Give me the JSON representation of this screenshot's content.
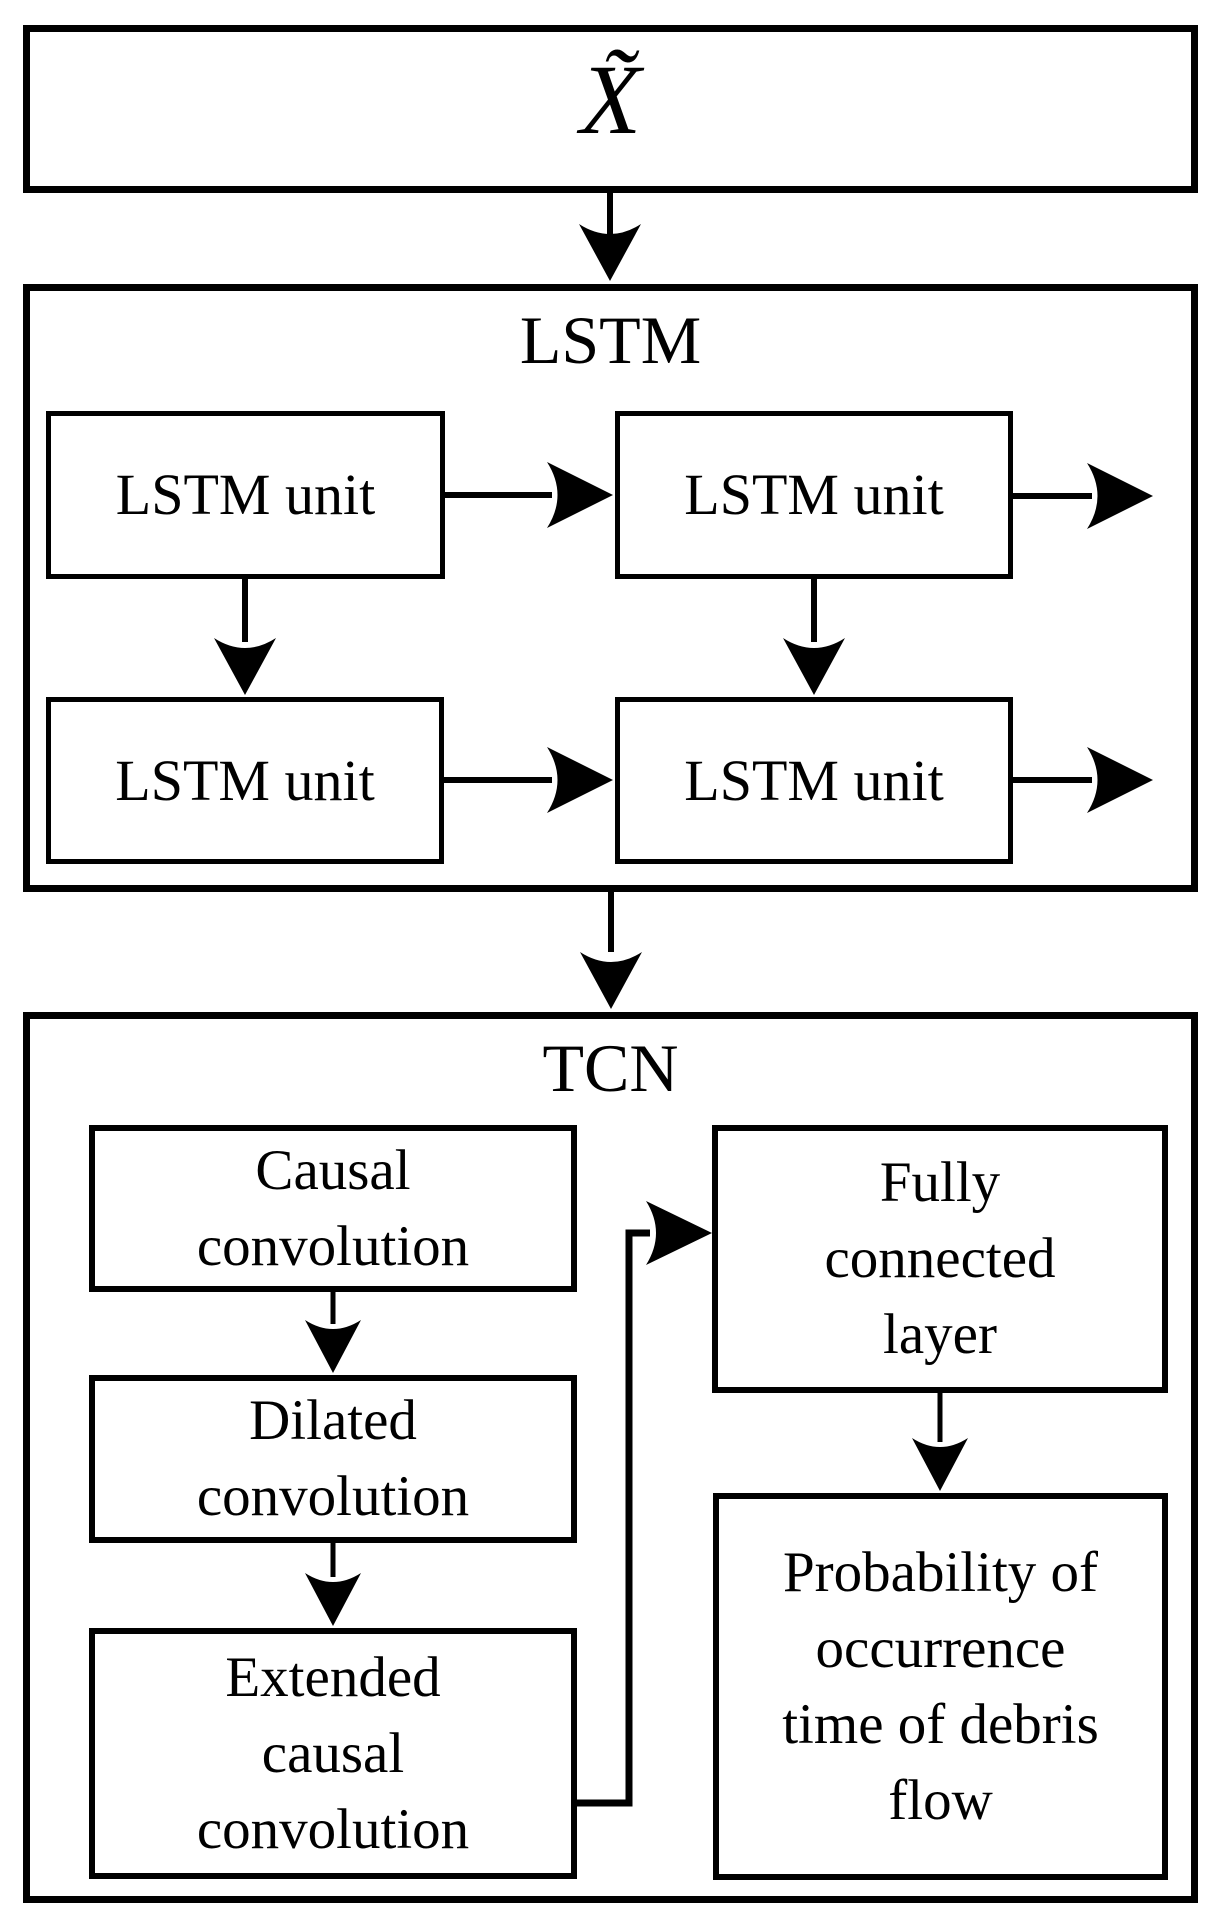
{
  "figure": {
    "input": {
      "label": "X̃"
    },
    "lstm": {
      "title": "LSTM",
      "units": [
        {
          "label": "LSTM unit"
        },
        {
          "label": "LSTM unit"
        },
        {
          "label": "LSTM unit"
        },
        {
          "label": "LSTM unit"
        }
      ]
    },
    "tcn": {
      "title": "TCN",
      "causal": {
        "lines": [
          "Causal",
          "convolution"
        ]
      },
      "dilated": {
        "lines": [
          "Dilated",
          "convolution"
        ]
      },
      "extended": {
        "lines": [
          "Extended",
          "causal",
          "convolution"
        ]
      },
      "fully_connected": {
        "lines": [
          "Fully",
          "connected",
          "layer"
        ]
      },
      "output": {
        "lines": [
          "Probability of",
          "occurrence",
          "time of debris",
          "flow"
        ]
      }
    }
  }
}
